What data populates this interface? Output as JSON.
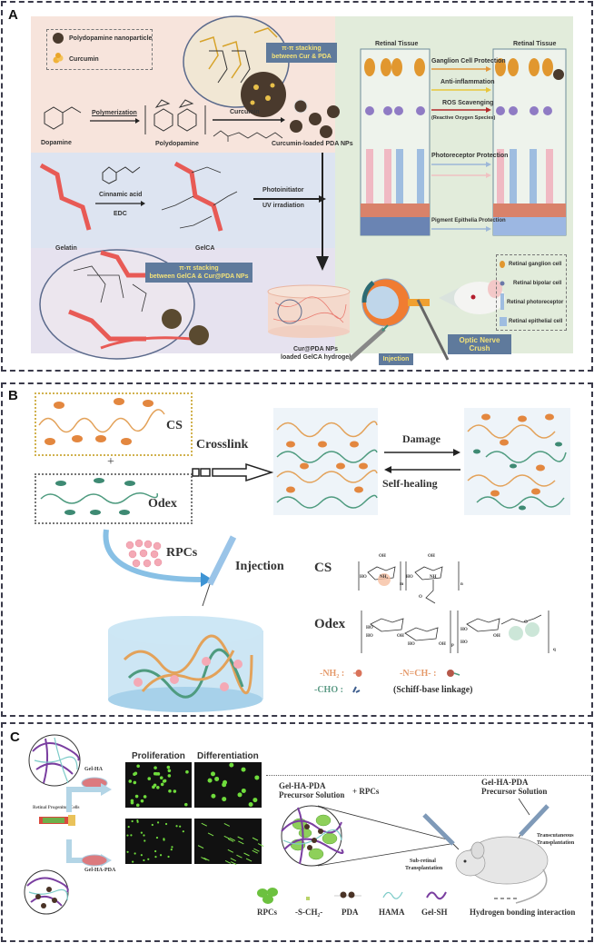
{
  "panel_a": {
    "label": "A",
    "legend": {
      "items": [
        {
          "label": "Polydopamine nanoparticle",
          "icon": "pda-nanoparticle-icon"
        },
        {
          "label": "Curcumin",
          "icon": "curcumin-icon"
        }
      ]
    },
    "stacking_badge_1": {
      "line1": "π-π stacking",
      "line2": "between Cur & PDA"
    },
    "stacking_badge_2": {
      "line1": "π-π stacking",
      "line2": "between GelCA & Cur@PDA NPs"
    },
    "molecules": {
      "dopamine": "Dopamine",
      "polydopamine": "Polydopamine",
      "cur_pda_nps": "Curcumin-loaded PDA NPs",
      "gelatin": "Gelatin",
      "gelca": "GelCA",
      "hydrogel_line1": "Cur@PDA NPs",
      "hydrogel_line2": "loaded GelCA hydrogel"
    },
    "arrows": {
      "polymerization": "Polymerization",
      "curcumin": "Curcumin",
      "cinnamic_acid": "Cinnamic acid",
      "edc": "EDC",
      "photoinitiator": "Photoinitiator",
      "uv": "UV irradiation"
    },
    "retina": {
      "tissue_left": "Retinal Tissue",
      "tissue_right": "Retinal Tissue",
      "effects": [
        {
          "label": "Ganglion Cell Protection",
          "color": "#e3973a"
        },
        {
          "label": "Anti-inflammation",
          "color": "#e8c53a"
        },
        {
          "label": "ROS Scavenging",
          "color": "#b5282a"
        },
        {
          "label": "(Reactive Oxygen Species)",
          "color": ""
        },
        {
          "label": "Photoreceptor Protection",
          "color": "#9db7d8"
        },
        {
          "label": "Pigment Epithelia Protection",
          "color": "#9db7d8"
        }
      ],
      "cell_legend": [
        {
          "label": "Retinal ganglion cell"
        },
        {
          "label": "Retinal bipolar cell"
        },
        {
          "label": "Retinal photoreceptor"
        },
        {
          "label": "Retinal epithelial cell"
        }
      ],
      "injection_badge": "Injection",
      "onc_badge": "Optic Nerve Crush"
    },
    "colors": {
      "top_bg": "#f7e4dc",
      "mid_bg": "#dde4f1",
      "bottom_bg": "#e6e2ef",
      "right_bg": "#e2ecdb",
      "badge_bg": "#5f7a9c",
      "badge_text": "#f3e27a"
    }
  },
  "panel_b": {
    "label": "B",
    "cs": "CS",
    "plus": "+",
    "odex": "Odex",
    "crosslink": "Crosslink",
    "damage": "Damage",
    "self_healing": "Self-healing",
    "rpcs": "RPCs",
    "injection": "Injection",
    "structures": {
      "cs_label": "CS",
      "odex_label": "Odex",
      "cs_groups": {
        "oh": "OH",
        "ho": "HO",
        "nh2": "NH₂",
        "nh": "NH",
        "o": "O",
        "m": "m",
        "n": "n"
      },
      "odex_groups": {
        "ho": "HO",
        "oh": "OH",
        "o": "O",
        "p": "p",
        "q": "q"
      }
    },
    "key": [
      {
        "label": "-NH₂ :",
        "color": "#e59a6b"
      },
      {
        "label": "-CHO :",
        "color": "#5d9b86"
      },
      {
        "label": "-N=CH- :",
        "color": "#e59a6b"
      },
      {
        "label": "(Schiff-base linkage)",
        "color": "#333333"
      }
    ],
    "colors": {
      "cs": "#e3873f",
      "odex": "#4e9b7f",
      "gel_bg": "#eaf2f8"
    }
  },
  "panel_c": {
    "label": "C",
    "gel_ha": "Gel-HA",
    "gel_ha_pda": "Gel-HA-PDA",
    "rpc_label": "Retinal Progenitor Cells",
    "col_headers": [
      "Proliferation",
      "Differentiation"
    ],
    "precursor_left_line1": "Gel-HA-PDA",
    "precursor_left_line2": "Precursor Solution",
    "plus_rpcs": "+ RPCs",
    "precursor_right_line1": "Gel-HA-PDA",
    "precursor_right_line2": "Precursor Solution",
    "subretinal_line1": "Sub-retinal",
    "subretinal_line2": "Transplantation",
    "transcut_line1": "Transcutaneous",
    "transcut_line2": "Transplantation",
    "legend": [
      {
        "label": "RPCs",
        "color": "#6cc13f"
      },
      {
        "label": "-S-CH₂-",
        "color": "#b9d36a"
      },
      {
        "label": "PDA",
        "color": "#4a3326"
      },
      {
        "label": "HAMA",
        "color": "#7ccbc8"
      },
      {
        "label": "Gel-SH",
        "color": "#7a3ea0"
      },
      {
        "label": "Hydrogen bonding interaction",
        "color": "#333333"
      }
    ]
  }
}
